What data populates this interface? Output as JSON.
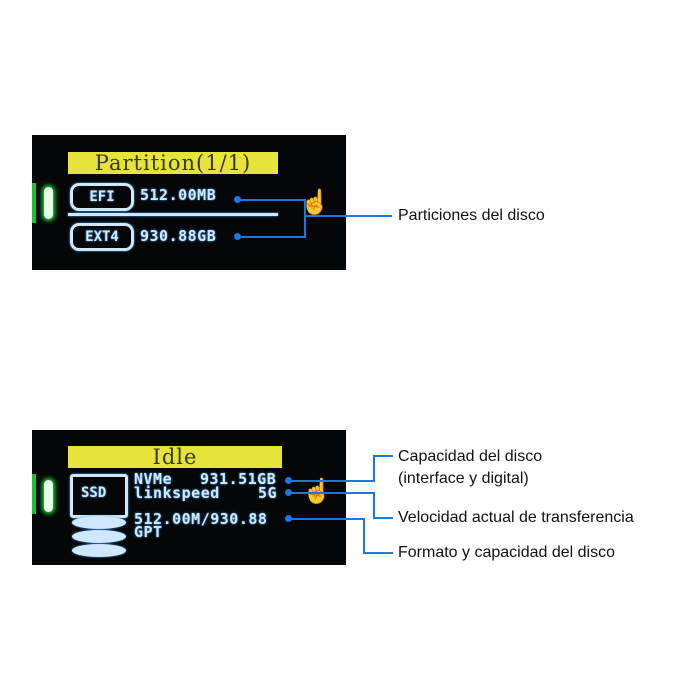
{
  "panel_top": {
    "title": "Partition(1/1)",
    "partitions": [
      {
        "type": "EFI",
        "size": "512.00MB"
      },
      {
        "type": "EXT4",
        "size": "930.88GB"
      }
    ],
    "annotation": "Particiones del disco"
  },
  "panel_bottom": {
    "title": "Idle",
    "icon": "ssd-icon",
    "row1_interface": "NVMe",
    "row1_capacity": "931.51GB",
    "row2_label": "linkspeed",
    "row2_value": "5G",
    "row3_usage": "512.00M/930.88",
    "row4_format": "GPT",
    "annotations": {
      "capacity_line1": "Capacidad del disco",
      "capacity_line2": "(interface y digital)",
      "speed": "Velocidad actual de transferencia",
      "format": "Formato y capacidad del disco"
    }
  },
  "colors": {
    "screen_bg": "#050607",
    "title_bg": "#e6e43a",
    "text_blue": "#cfe8ff",
    "connector": "#1a78e0",
    "led_green": "#18d23a"
  }
}
